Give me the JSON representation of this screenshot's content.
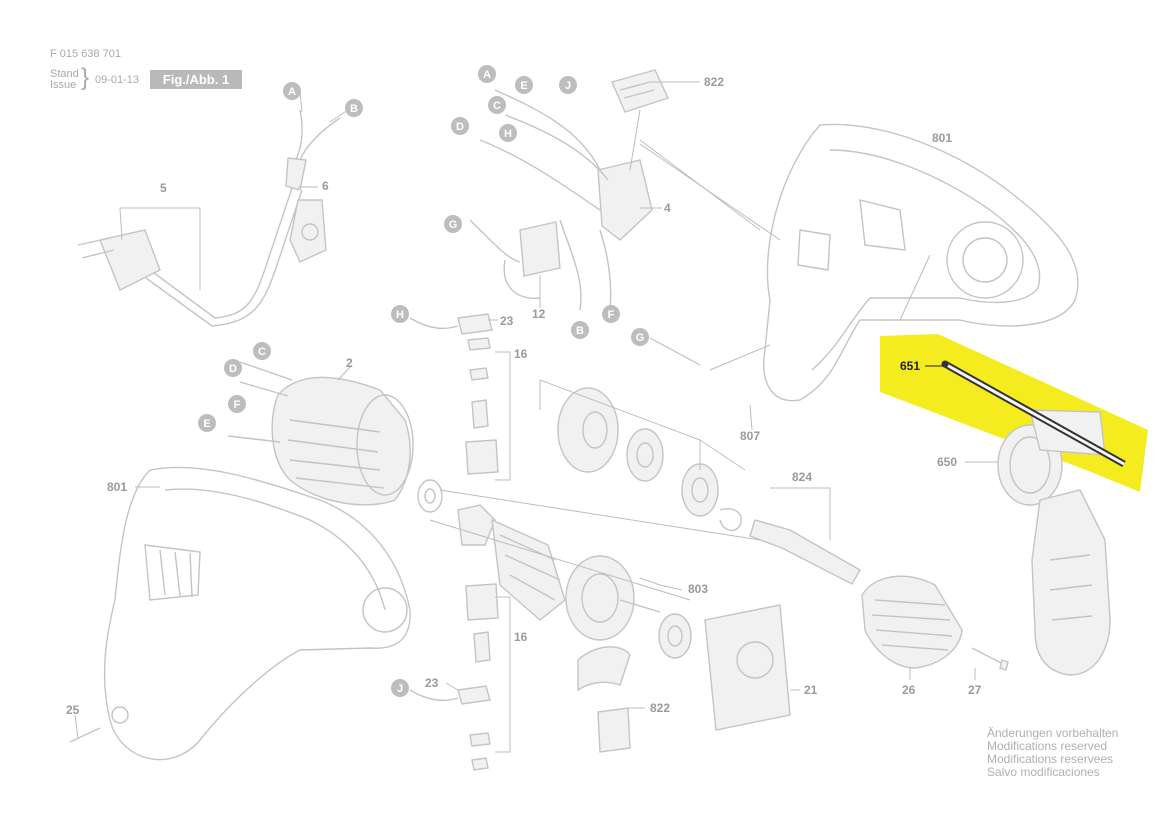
{
  "header": {
    "doc_number": "F 015 638 701",
    "stand_label": "Stand",
    "issue_label": "Issue",
    "date": "09-01-13",
    "figure_label": "Fig./Abb. 1"
  },
  "notes": [
    "Änderungen vorbehalten",
    "Modifications reserved",
    "Modifications reservees",
    "Salvo modificaciones"
  ],
  "highlight": {
    "color": "#f4ec1e",
    "part": "651"
  },
  "part_labels": {
    "p822a": "822",
    "p801a": "801",
    "p4": "4",
    "p5": "5",
    "p6": "6",
    "p12": "12",
    "p23a": "23",
    "p16a": "16",
    "p2": "2",
    "p807": "807",
    "p651": "651",
    "p650": "650",
    "p824": "824",
    "p801b": "801",
    "p803": "803",
    "p16b": "16",
    "p23b": "23",
    "p822b": "822",
    "p21": "21",
    "p26": "26",
    "p27": "27",
    "p25": "25"
  },
  "callouts": {
    "a1": "A",
    "b1": "B",
    "a2": "A",
    "e1": "E",
    "j1": "J",
    "c1": "C",
    "h1": "H",
    "d1": "D",
    "g1": "G",
    "b2": "B",
    "f1": "F",
    "h2": "H",
    "g2": "G",
    "c2": "C",
    "d2": "D",
    "f2": "F",
    "e2": "E",
    "j2": "J"
  }
}
